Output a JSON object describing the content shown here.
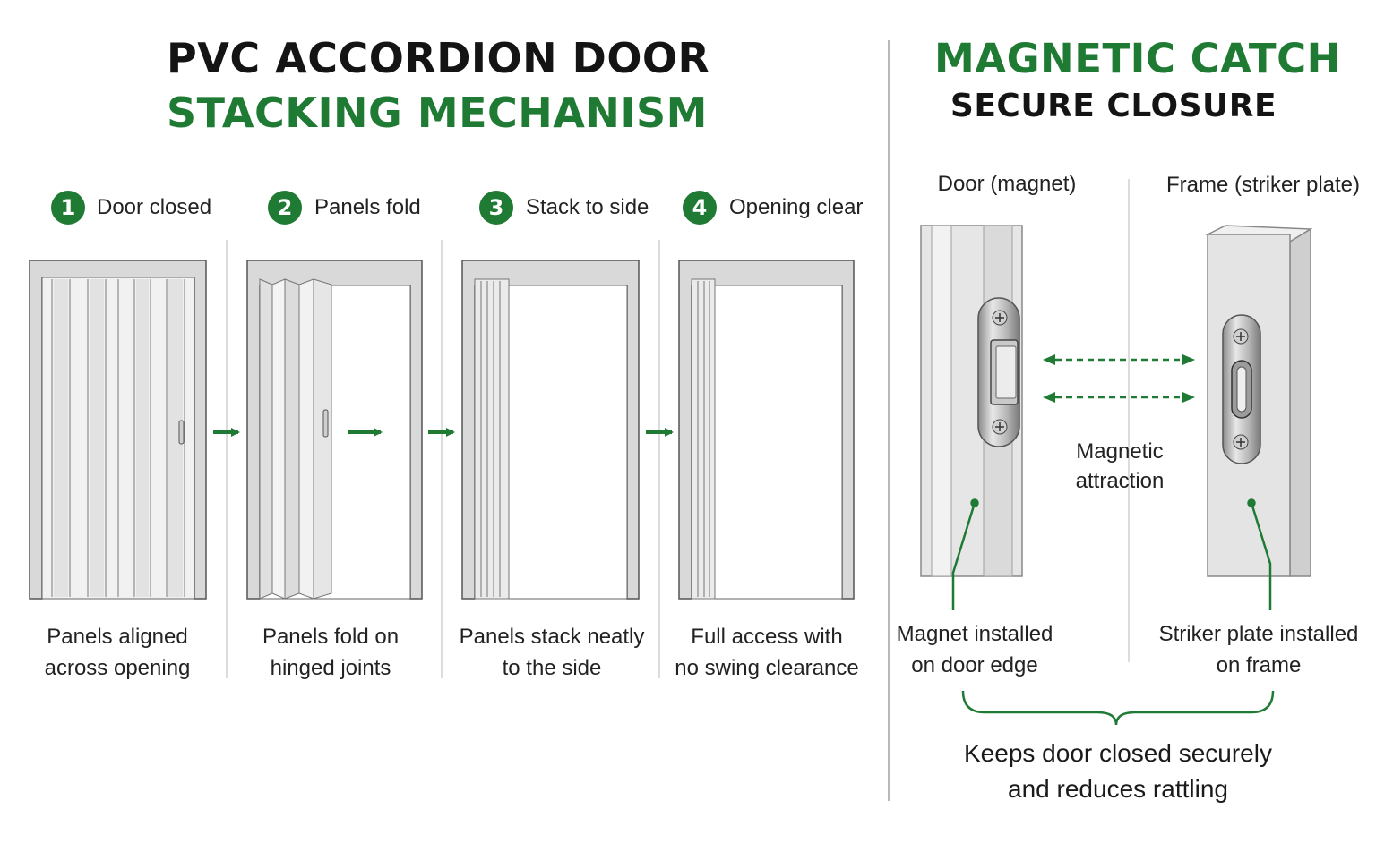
{
  "left": {
    "title_line1": "PVC ACCORDION DOOR",
    "title_line2": "STACKING MECHANISM",
    "steps": [
      {
        "number": "1",
        "label": "Door closed",
        "caption_line1": "Panels aligned",
        "caption_line2": "across opening"
      },
      {
        "number": "2",
        "label": "Panels fold",
        "caption_line1": "Panels fold on",
        "caption_line2": "hinged joints"
      },
      {
        "number": "3",
        "label": "Stack to side",
        "caption_line1": "Panels stack neatly",
        "caption_line2": "to the side"
      },
      {
        "number": "4",
        "label": "Opening clear",
        "caption_line1": "Full access with",
        "caption_line2": "no swing clearance"
      }
    ]
  },
  "right": {
    "title_line1": "MAGNETIC CATCH",
    "title_line2": "SECURE CLOSURE",
    "door_label": "Door (magnet)",
    "frame_label": "Frame (striker plate)",
    "attraction_line1": "Magnetic",
    "attraction_line2": "attraction",
    "magnet_caption_line1": "Magnet installed",
    "magnet_caption_line2": "on door edge",
    "striker_caption_line1": "Striker plate installed",
    "striker_caption_line2": "on frame",
    "summary_line1": "Keeps door closed securely",
    "summary_line2": "and reduces rattling"
  },
  "colors": {
    "accent_green": "#1f7a34",
    "frame_gray": "#d9d9d9",
    "outline_gray": "#555555"
  },
  "icons": [
    "arrow-right-icon",
    "double-arrow-icon",
    "screw-icon"
  ]
}
